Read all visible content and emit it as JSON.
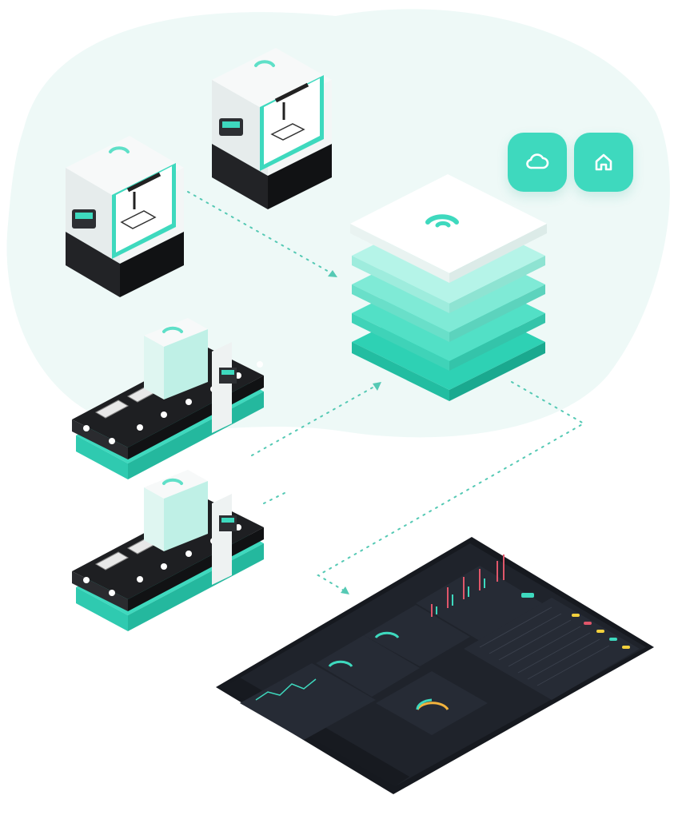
{
  "colors": {
    "background_blob": "#eef9f7",
    "accent": "#3ed9be",
    "accent_light": "#8bf0de",
    "accent_dark": "#1fb89d",
    "machine_body": "#f4f6f6",
    "machine_side": "#dde3e3",
    "machine_base": "#1e1f22",
    "dashboard_bg": "#1c2029",
    "dashboard_panel": "#252a34",
    "connector": "#55c9b4"
  },
  "icons": {
    "cloud": "cloud-icon",
    "home": "home-icon",
    "brand": "brand-logo-icon"
  },
  "dashboard": {
    "gauges": [
      {
        "value": 0.72,
        "color": "#3ed9be"
      },
      {
        "value": 0.55,
        "color": "#3ed9be"
      },
      {
        "value": 0.64,
        "color": "#f2b33d"
      }
    ],
    "bar_chart": [
      3,
      5,
      2,
      7,
      4,
      8,
      5,
      9,
      6,
      10
    ],
    "line_chart": [
      4,
      6,
      5,
      8,
      7,
      9,
      6,
      8
    ]
  }
}
